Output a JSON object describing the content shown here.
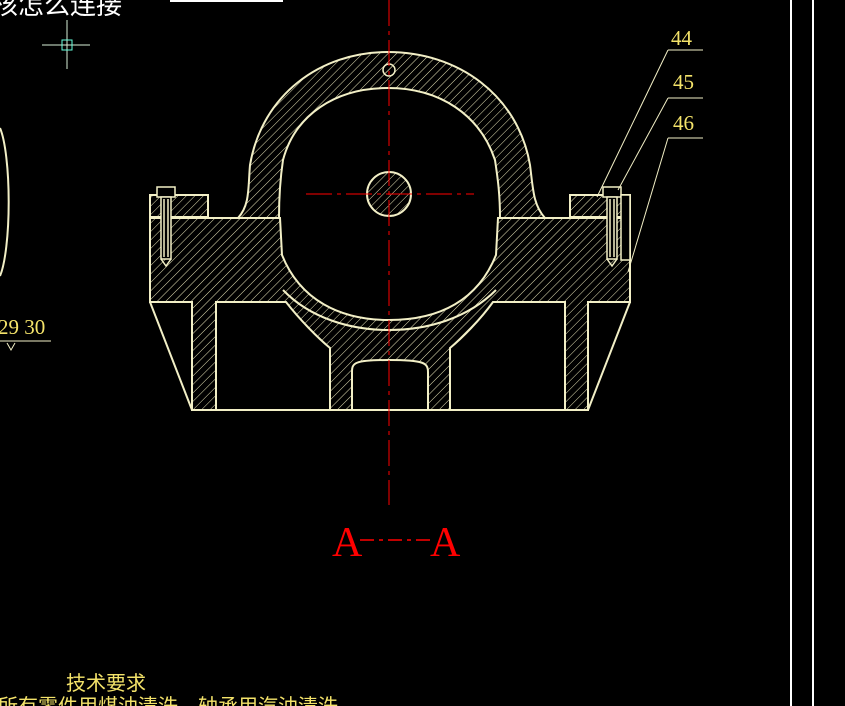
{
  "heading_text": "核怎么连接",
  "part_labels": [
    "44",
    "45",
    "46"
  ],
  "left_label": "29 30",
  "section_label": {
    "left": "A",
    "right": "A"
  },
  "notes": {
    "title": "技术要求",
    "line1": "所有零件用煤油清洗，轴承用汽油清洗"
  },
  "colors": {
    "background": "#000000",
    "lines": "#f2efc6",
    "annotation": "#f4e36a",
    "centerline": "#ff0000",
    "text": "#ffffff"
  },
  "icons": [
    "crosshair-cursor-icon"
  ]
}
